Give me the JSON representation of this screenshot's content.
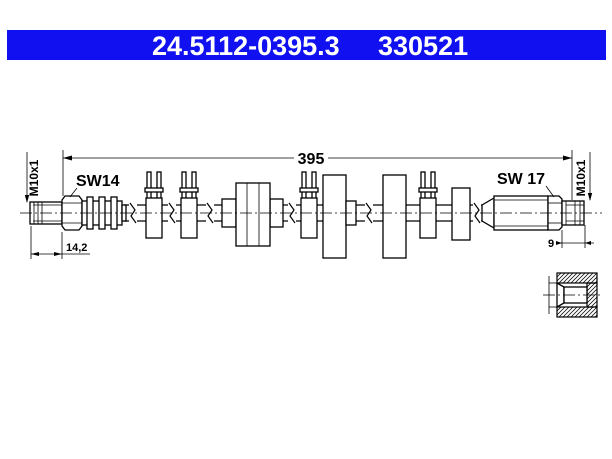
{
  "header": {
    "part_number": "24.5112-0395.3",
    "ref_number": "330521"
  },
  "colors": {
    "header_bg": "#1010f0",
    "header_text": "#ffffff",
    "line": "#000000"
  },
  "dimensions": {
    "total_length": "395",
    "left_thread": "M10x1",
    "left_thread_length": "14,2",
    "right_thread": "M10x1",
    "right_thread_length": "9"
  },
  "labels": {
    "left_wrench_size": "SW14",
    "right_wrench_size": "SW 17"
  }
}
